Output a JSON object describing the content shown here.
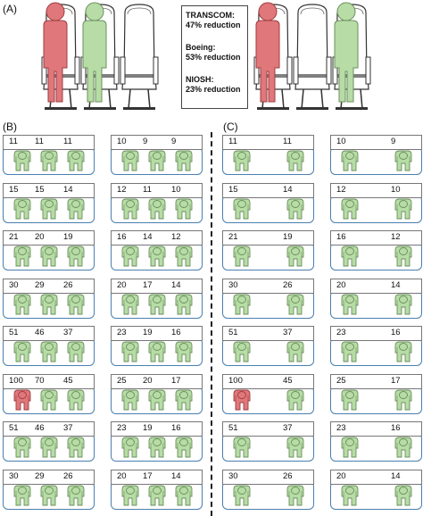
{
  "panels": {
    "a_label": "(A)",
    "b_label": "(B)",
    "c_label": "(C)"
  },
  "legend": {
    "items": [
      {
        "name": "TRANSCOM:",
        "value": "47% reduction"
      },
      {
        "name": "Boeing:",
        "value": "53% reduction"
      },
      {
        "name": "NIOSH:",
        "value": "23% reduction"
      }
    ]
  },
  "colors": {
    "source_person": "#e0777a",
    "other_person": "#b7dca5",
    "person_stroke": "#6b8f5e",
    "source_stroke": "#9e3d40",
    "row_border": "#4a7fb0"
  },
  "seats_left": [
    "source",
    "other",
    "empty"
  ],
  "seats_right": [
    "source",
    "empty",
    "other"
  ],
  "panel_b": {
    "left_column": [
      {
        "nums": [
          "11",
          "11",
          "11"
        ],
        "colors": [
          "g",
          "g",
          "g"
        ]
      },
      {
        "nums": [
          "15",
          "15",
          "14"
        ],
        "colors": [
          "g",
          "g",
          "g"
        ]
      },
      {
        "nums": [
          "21",
          "20",
          "19"
        ],
        "colors": [
          "g",
          "g",
          "g"
        ]
      },
      {
        "nums": [
          "30",
          "29",
          "26"
        ],
        "colors": [
          "g",
          "g",
          "g"
        ]
      },
      {
        "nums": [
          "51",
          "46",
          "37"
        ],
        "colors": [
          "g",
          "g",
          "g"
        ]
      },
      {
        "nums": [
          "100",
          "70",
          "45"
        ],
        "colors": [
          "r",
          "g",
          "g"
        ]
      },
      {
        "nums": [
          "51",
          "46",
          "37"
        ],
        "colors": [
          "g",
          "g",
          "g"
        ]
      },
      {
        "nums": [
          "30",
          "29",
          "26"
        ],
        "colors": [
          "g",
          "g",
          "g"
        ]
      }
    ],
    "right_column": [
      {
        "nums": [
          "10",
          "9",
          "9"
        ],
        "colors": [
          "g",
          "g",
          "g"
        ]
      },
      {
        "nums": [
          "12",
          "11",
          "10"
        ],
        "colors": [
          "g",
          "g",
          "g"
        ]
      },
      {
        "nums": [
          "16",
          "14",
          "12"
        ],
        "colors": [
          "g",
          "g",
          "g"
        ]
      },
      {
        "nums": [
          "20",
          "17",
          "14"
        ],
        "colors": [
          "g",
          "g",
          "g"
        ]
      },
      {
        "nums": [
          "23",
          "19",
          "16"
        ],
        "colors": [
          "g",
          "g",
          "g"
        ]
      },
      {
        "nums": [
          "25",
          "20",
          "17"
        ],
        "colors": [
          "g",
          "g",
          "g"
        ]
      },
      {
        "nums": [
          "23",
          "19",
          "16"
        ],
        "colors": [
          "g",
          "g",
          "g"
        ]
      },
      {
        "nums": [
          "20",
          "17",
          "14"
        ],
        "colors": [
          "g",
          "g",
          "g"
        ]
      }
    ]
  },
  "panel_c": {
    "left_column": [
      {
        "nums": [
          "11",
          "",
          "11"
        ],
        "colors": [
          "g",
          "",
          "g"
        ]
      },
      {
        "nums": [
          "15",
          "",
          "14"
        ],
        "colors": [
          "g",
          "",
          "g"
        ]
      },
      {
        "nums": [
          "21",
          "",
          "19"
        ],
        "colors": [
          "g",
          "",
          "g"
        ]
      },
      {
        "nums": [
          "30",
          "",
          "26"
        ],
        "colors": [
          "g",
          "",
          "g"
        ]
      },
      {
        "nums": [
          "51",
          "",
          "37"
        ],
        "colors": [
          "g",
          "",
          "g"
        ]
      },
      {
        "nums": [
          "100",
          "",
          "45"
        ],
        "colors": [
          "r",
          "",
          "g"
        ]
      },
      {
        "nums": [
          "51",
          "",
          "37"
        ],
        "colors": [
          "g",
          "",
          "g"
        ]
      },
      {
        "nums": [
          "30",
          "",
          "26"
        ],
        "colors": [
          "g",
          "",
          "g"
        ]
      }
    ],
    "right_column": [
      {
        "nums": [
          "10",
          "",
          "9"
        ],
        "colors": [
          "g",
          "",
          "g"
        ]
      },
      {
        "nums": [
          "12",
          "",
          "10"
        ],
        "colors": [
          "g",
          "",
          "g"
        ]
      },
      {
        "nums": [
          "16",
          "",
          "12"
        ],
        "colors": [
          "g",
          "",
          "g"
        ]
      },
      {
        "nums": [
          "20",
          "",
          "14"
        ],
        "colors": [
          "g",
          "",
          "g"
        ]
      },
      {
        "nums": [
          "23",
          "",
          "16"
        ],
        "colors": [
          "g",
          "",
          "g"
        ]
      },
      {
        "nums": [
          "25",
          "",
          "17"
        ],
        "colors": [
          "g",
          "",
          "g"
        ]
      },
      {
        "nums": [
          "23",
          "",
          "16"
        ],
        "colors": [
          "g",
          "",
          "g"
        ]
      },
      {
        "nums": [
          "20",
          "",
          "14"
        ],
        "colors": [
          "g",
          "",
          "g"
        ]
      }
    ]
  }
}
